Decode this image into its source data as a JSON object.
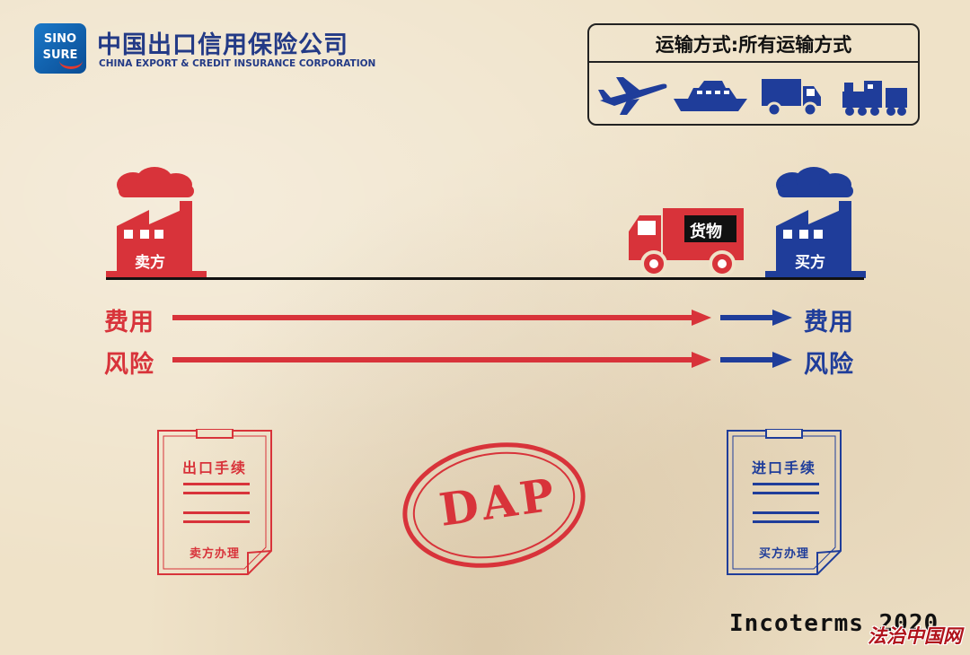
{
  "header": {
    "logo_line1": "SINO",
    "logo_line2": "SURE",
    "company_cn": "中国出口信用保险公司",
    "company_en": "CHINA EXPORT & CREDIT INSURANCE CORPORATION"
  },
  "transport": {
    "title": "运输方式:所有运输方式",
    "icons": [
      "airplane-icon",
      "ship-icon",
      "truck-icon",
      "train-icon"
    ]
  },
  "parties": {
    "seller": "卖方",
    "buyer": "买方",
    "cargo": "货物"
  },
  "flows": {
    "left_cost": "费用",
    "left_risk": "风险",
    "right_cost": "费用",
    "right_risk": "风险"
  },
  "documents": {
    "export_title": "出口手续",
    "export_by": "卖方办理",
    "import_title": "进口手续",
    "import_by": "买方办理"
  },
  "stamp": "DAP",
  "footer": {
    "incoterms": "Incoterms 2020",
    "watermark": "法治中国网"
  },
  "colors": {
    "seller_red": "#d8333a",
    "buyer_blue": "#1f3d9a"
  }
}
